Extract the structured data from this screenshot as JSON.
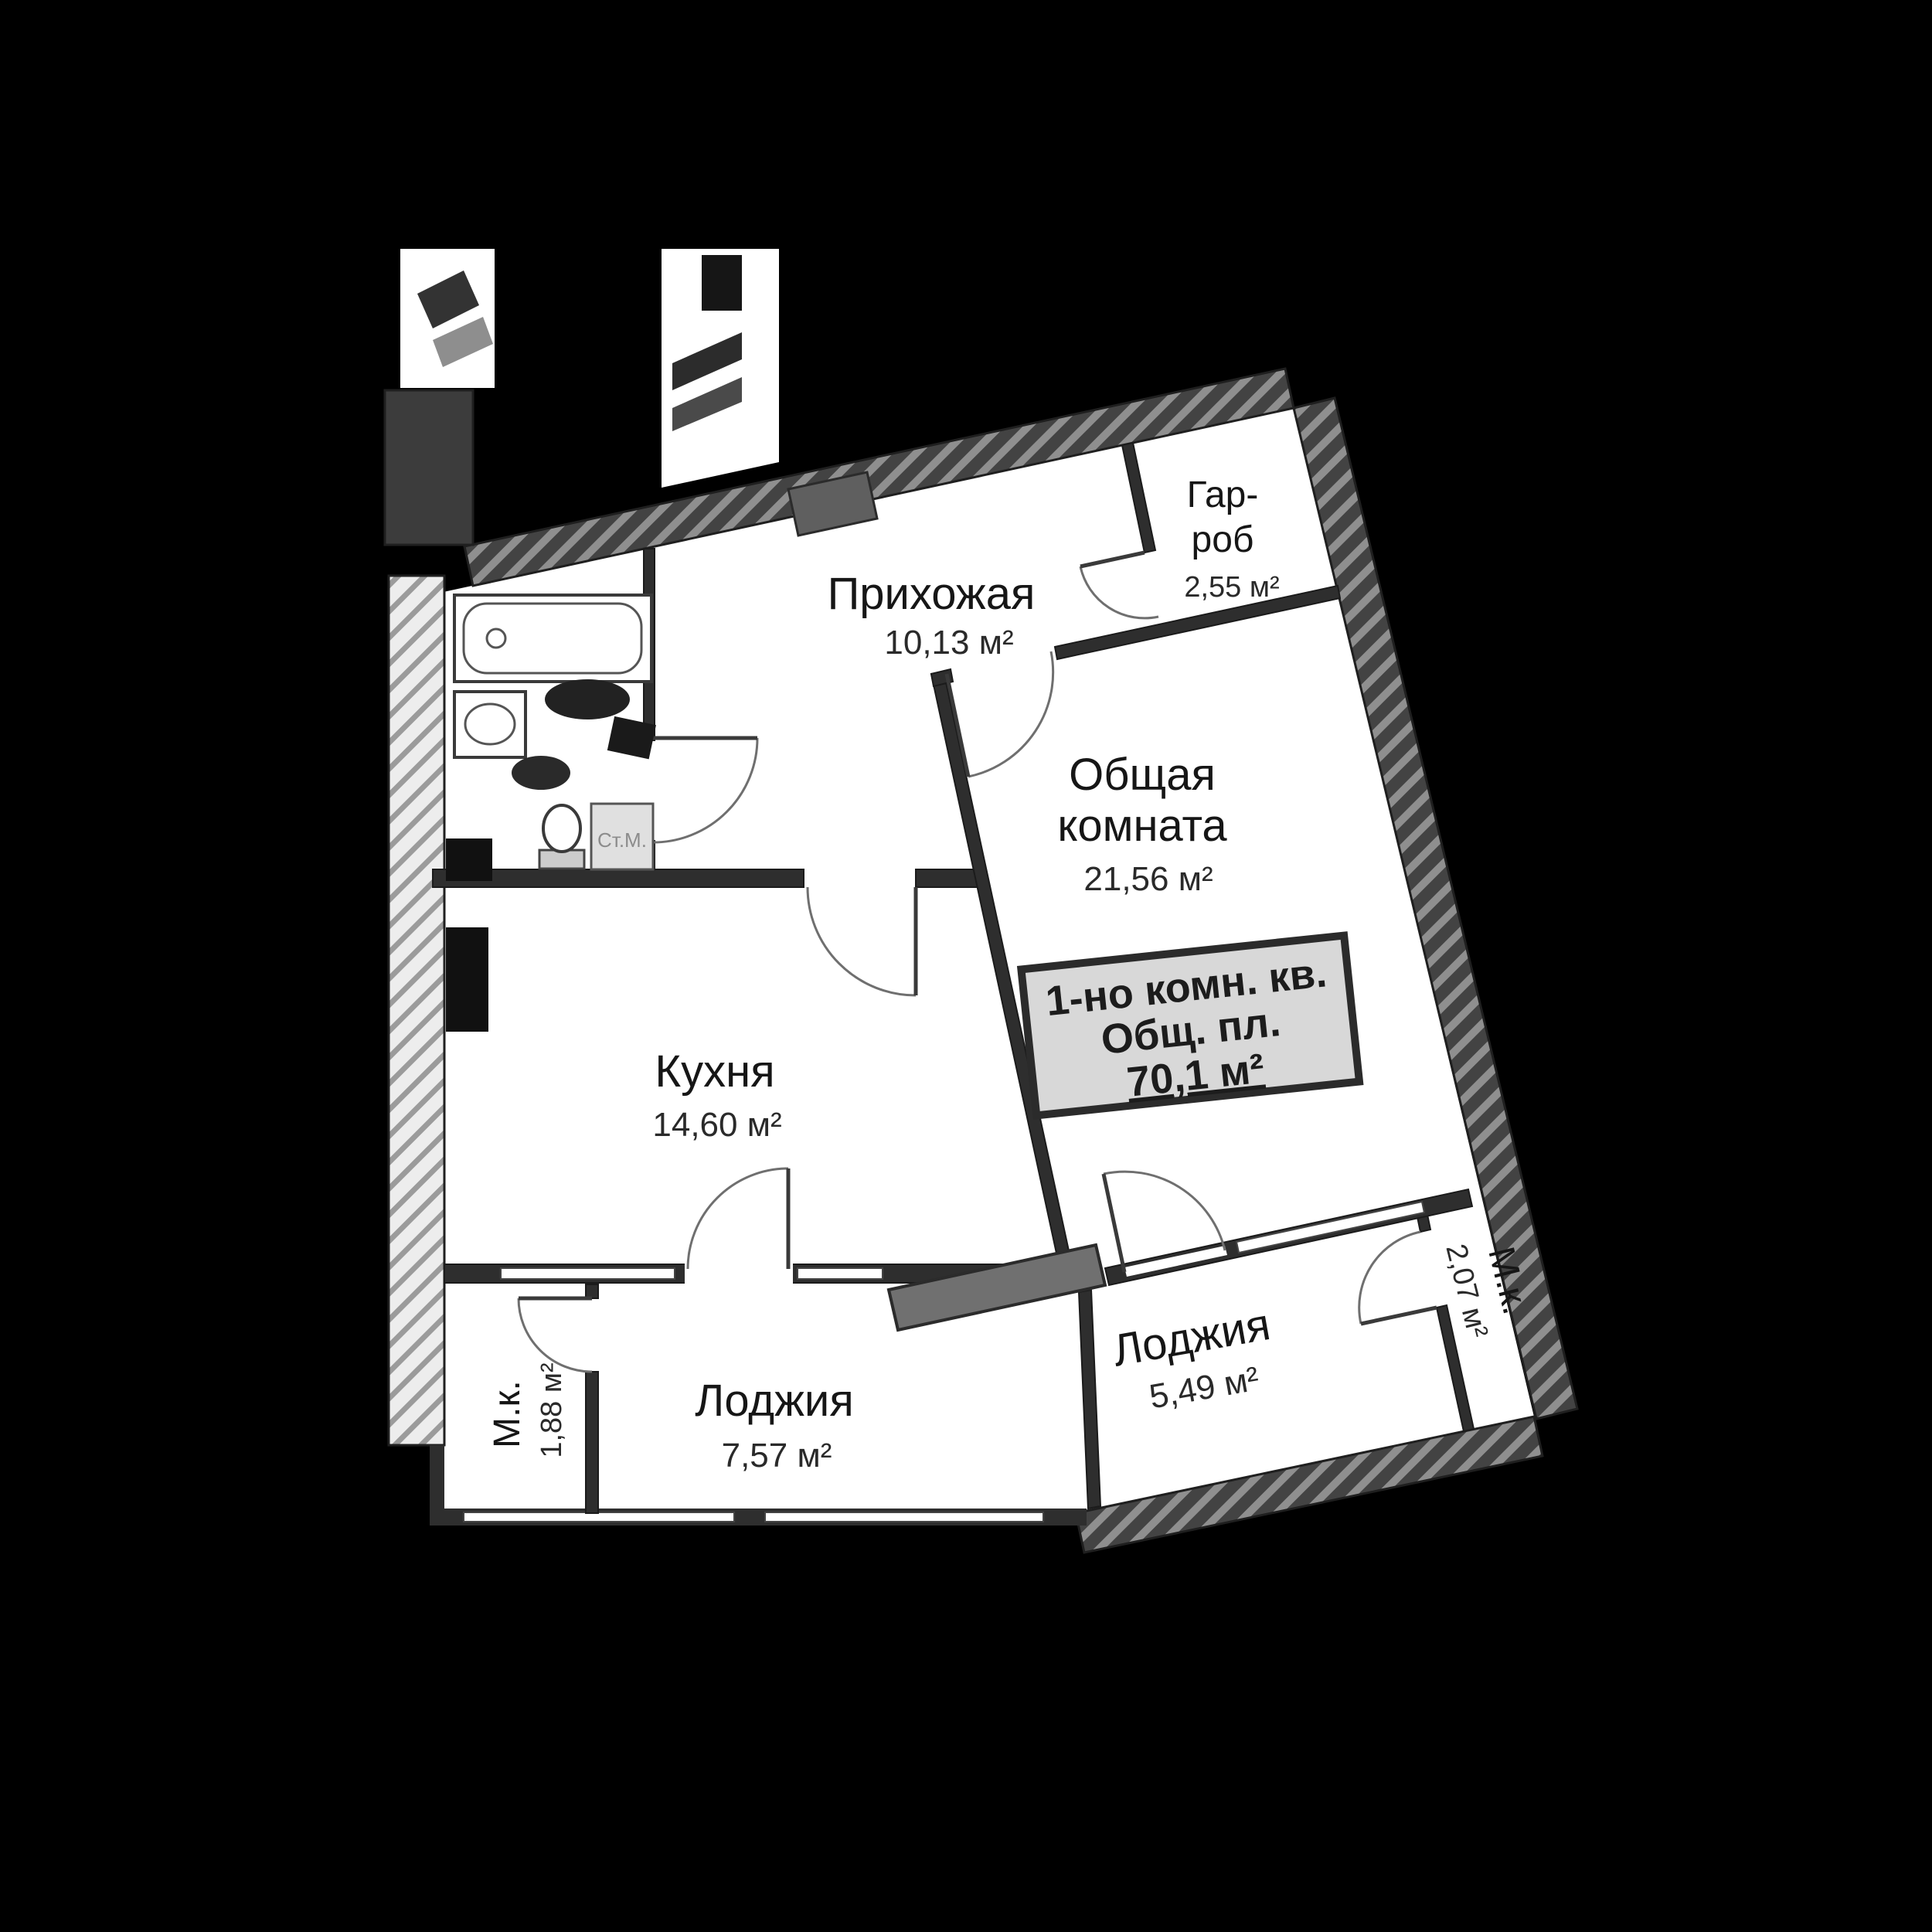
{
  "plan": {
    "rooms": {
      "hallway": {
        "name": "Прихожая",
        "area": "10,13 м²"
      },
      "wardrobe": {
        "name_line1": "Гар-",
        "name_line2": "роб",
        "area": "2,55 м²"
      },
      "living": {
        "name_line1": "Общая",
        "name_line2": "комната",
        "area": "21,56 м²"
      },
      "kitchen": {
        "name": "Кухня",
        "area": "14,60 м²"
      },
      "loggia_left": {
        "name": "Лоджия",
        "area": "7,57 м²"
      },
      "loggia_right": {
        "name": "Лоджия",
        "area": "5,49 м²"
      },
      "mk_left": {
        "name": "М.к.",
        "area": "1,88 м²"
      },
      "mk_right": {
        "name": "М.к.",
        "area": "2,07 м²"
      }
    },
    "info_box": {
      "line1": "1-но комн. кв.",
      "line2": "Общ. пл.",
      "line3": "70,1 м²"
    },
    "appliances": {
      "washing_machine": "Ст.М."
    },
    "colors": {
      "background": "#000000",
      "wall_dark": "#434343",
      "wall_light_hatch": "#ededed",
      "slab_gray": "#707070",
      "info_box_fill": "#d8d8d8"
    }
  }
}
